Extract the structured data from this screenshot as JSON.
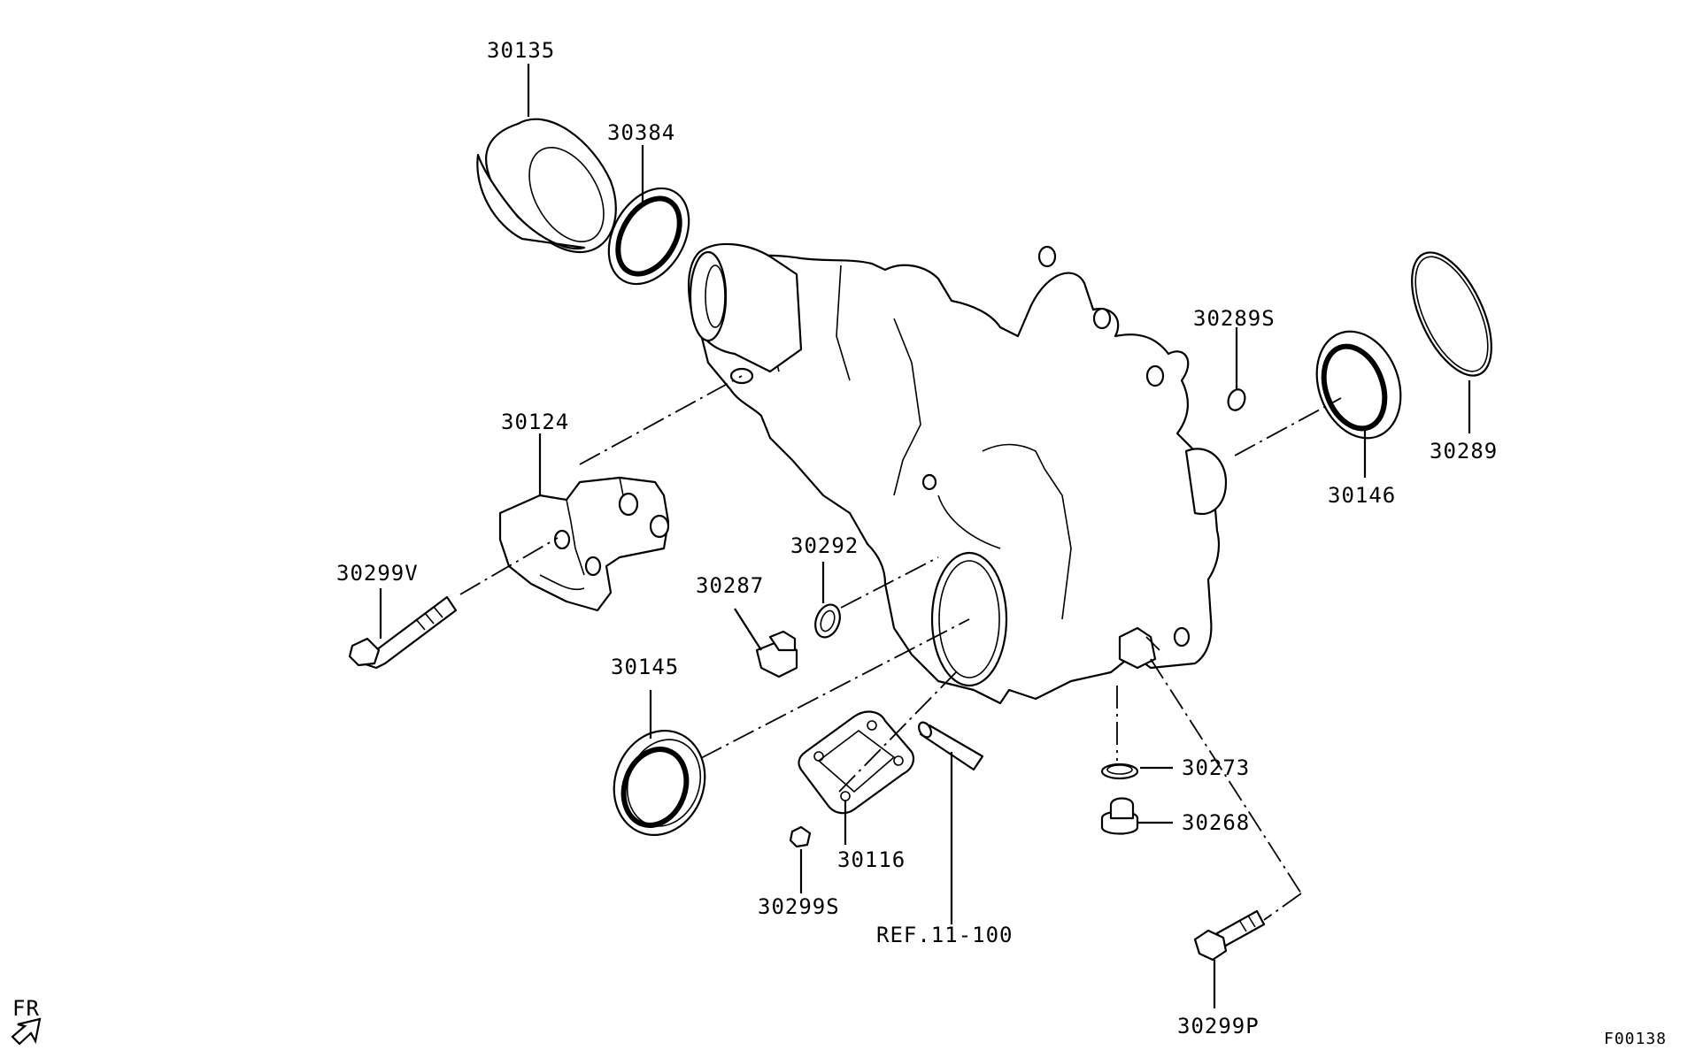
{
  "diagram": {
    "parts": [
      {
        "id": "p30135",
        "label": "30135"
      },
      {
        "id": "p30384",
        "label": "30384"
      },
      {
        "id": "p30124",
        "label": "30124"
      },
      {
        "id": "p30299V",
        "label": "30299V"
      },
      {
        "id": "p30287",
        "label": "30287"
      },
      {
        "id": "p30292",
        "label": "30292"
      },
      {
        "id": "p30145",
        "label": "30145"
      },
      {
        "id": "p30116",
        "label": "30116"
      },
      {
        "id": "p30299S",
        "label": "30299S"
      },
      {
        "id": "pREF",
        "label": "REF.11-100"
      },
      {
        "id": "p30289S",
        "label": "30289S"
      },
      {
        "id": "p30146",
        "label": "30146"
      },
      {
        "id": "p30289",
        "label": "30289"
      },
      {
        "id": "p30273",
        "label": "30273"
      },
      {
        "id": "p30268",
        "label": "30268"
      },
      {
        "id": "p30299P",
        "label": "30299P"
      }
    ],
    "front_marker": "FR",
    "figure_code": "F00138"
  }
}
